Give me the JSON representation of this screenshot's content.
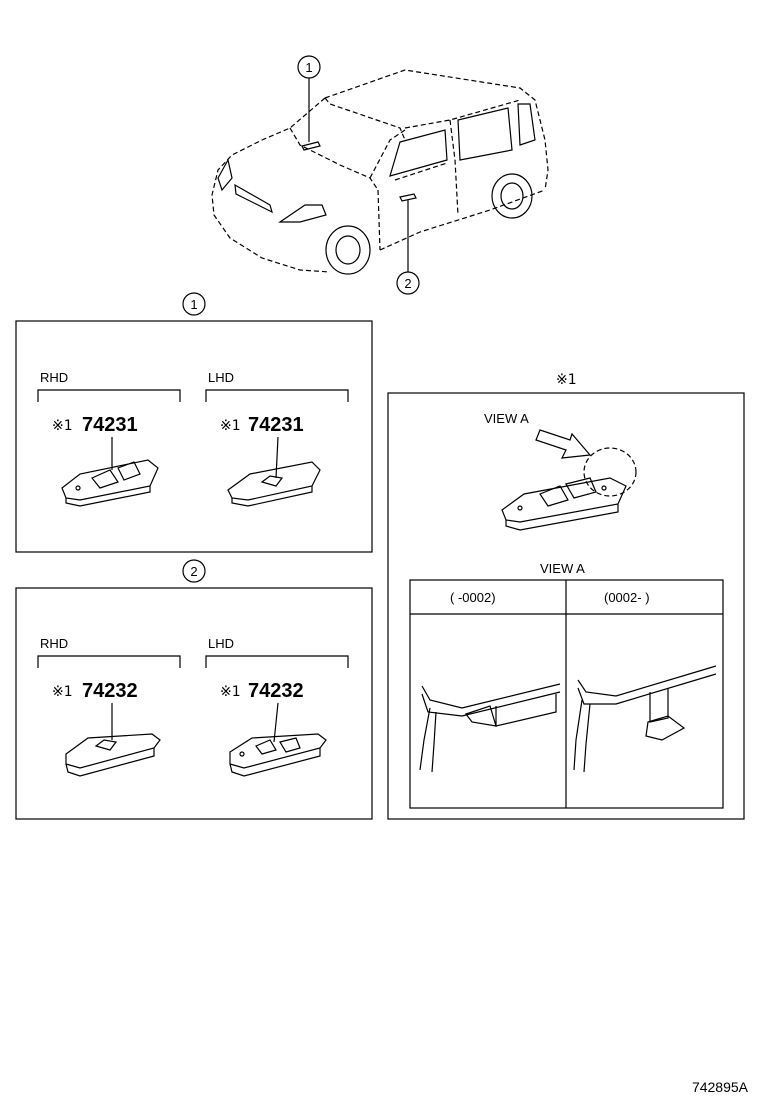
{
  "callouts": {
    "c1": "1",
    "c2": "2",
    "note_mark": "※1"
  },
  "panel1": {
    "left_label": "RHD",
    "right_label": "LHD",
    "left_mark": "※1",
    "left_part": "74231",
    "right_mark": "※1",
    "right_part": "74231"
  },
  "panel2": {
    "left_label": "RHD",
    "right_label": "LHD",
    "left_mark": "※1",
    "left_part": "74232",
    "right_mark": "※1",
    "right_part": "74232"
  },
  "detail": {
    "view_arrow_label": "VIEW  A",
    "view_title": "VIEW  A",
    "col_left": "(      -0002)",
    "col_right": "(0002-      )"
  },
  "reference": "742895A"
}
